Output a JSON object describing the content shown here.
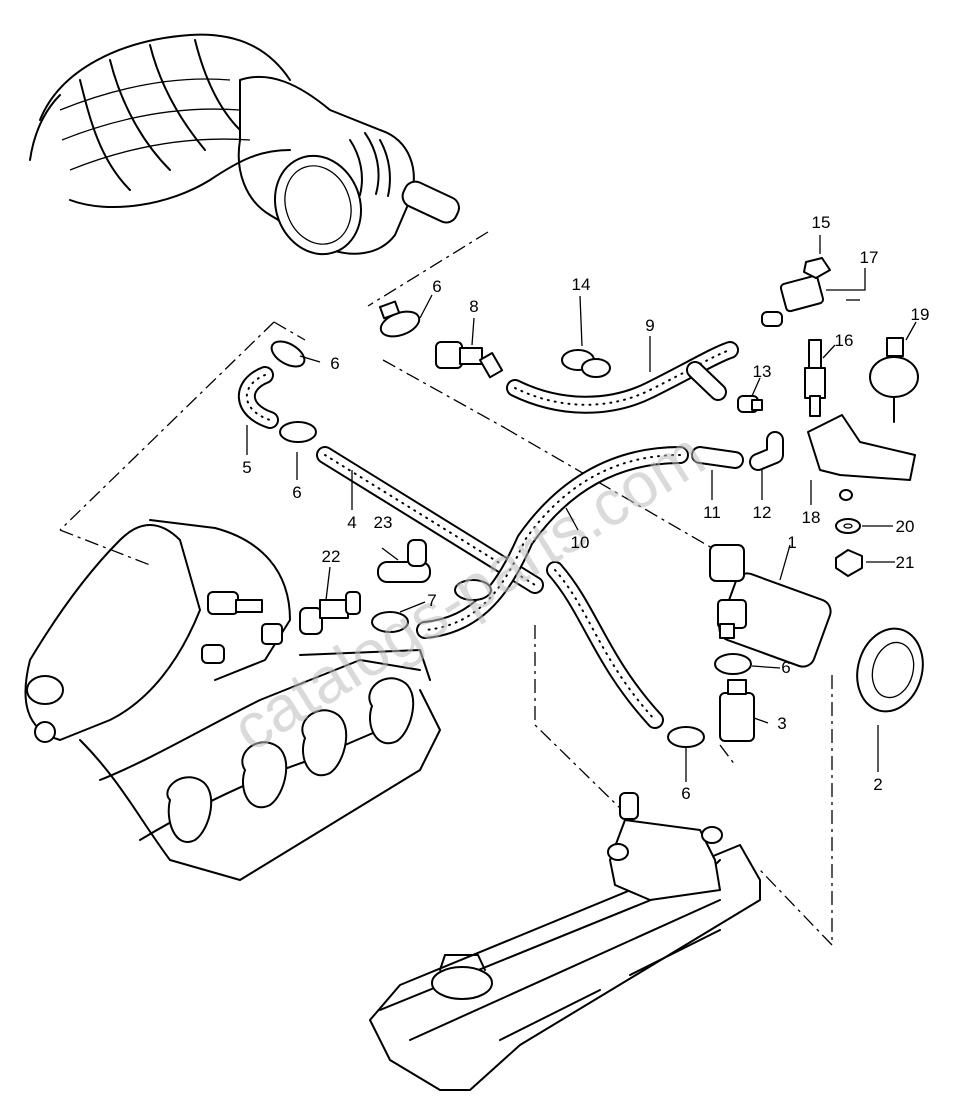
{
  "watermark": "catalogs-parts.com",
  "callouts": [
    {
      "id": "c1",
      "text": "1"
    },
    {
      "id": "c2",
      "text": "2"
    },
    {
      "id": "c3",
      "text": "3"
    },
    {
      "id": "c4",
      "text": "4"
    },
    {
      "id": "c5",
      "text": "5"
    },
    {
      "id": "c6a",
      "text": "6"
    },
    {
      "id": "c6b",
      "text": "6"
    },
    {
      "id": "c6c",
      "text": "6"
    },
    {
      "id": "c6d",
      "text": "6"
    },
    {
      "id": "c6e",
      "text": "6"
    },
    {
      "id": "c7",
      "text": "7"
    },
    {
      "id": "c8",
      "text": "8"
    },
    {
      "id": "c9",
      "text": "9"
    },
    {
      "id": "c10",
      "text": "10"
    },
    {
      "id": "c11",
      "text": "11"
    },
    {
      "id": "c12",
      "text": "12"
    },
    {
      "id": "c13",
      "text": "13"
    },
    {
      "id": "c14",
      "text": "14"
    },
    {
      "id": "c15",
      "text": "15"
    },
    {
      "id": "c16",
      "text": "16"
    },
    {
      "id": "c17",
      "text": "17"
    },
    {
      "id": "c18",
      "text": "18"
    },
    {
      "id": "c19",
      "text": "19"
    },
    {
      "id": "c20",
      "text": "20"
    },
    {
      "id": "c21",
      "text": "21"
    },
    {
      "id": "c22",
      "text": "22"
    },
    {
      "id": "c23",
      "text": "23"
    }
  ]
}
